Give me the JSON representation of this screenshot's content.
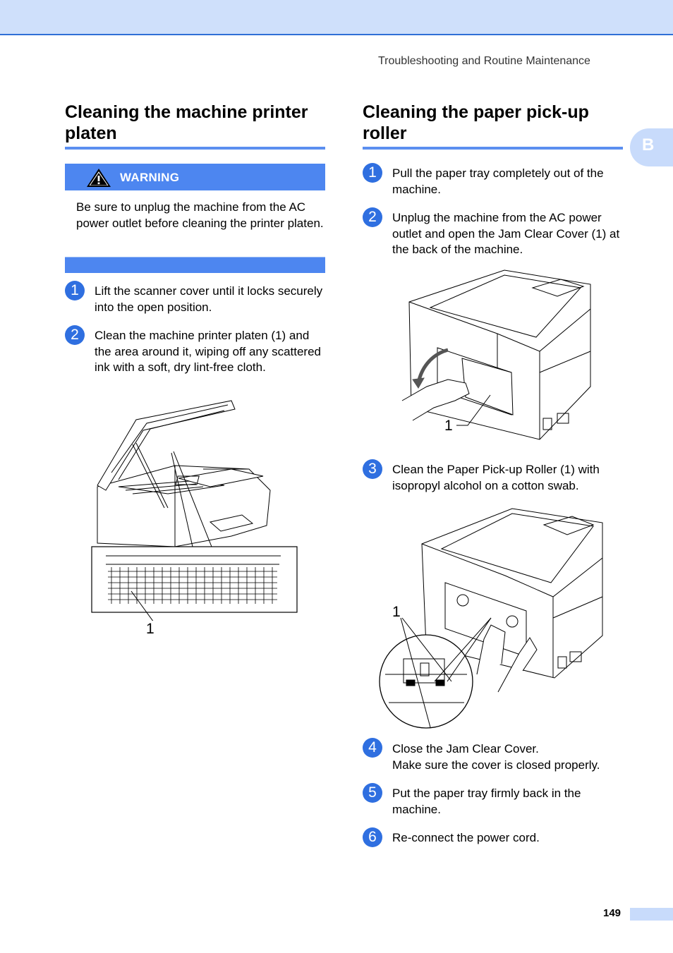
{
  "header": {
    "running_title": "Troubleshooting and Routine Maintenance"
  },
  "side_tab": {
    "letter": "B"
  },
  "left": {
    "title": "Cleaning the machine printer platen",
    "warning": {
      "label": "WARNING",
      "text": "Be sure to unplug the machine from the AC power outlet before cleaning the printer platen."
    },
    "steps": [
      {
        "num": "1",
        "text": "Lift the scanner cover until it locks securely into the open position."
      },
      {
        "num": "2",
        "text": "Clean the machine printer platen (1) and the area around it, wiping off any scattered ink with a soft, dry lint-free cloth."
      }
    ],
    "figure_callout": "1"
  },
  "right": {
    "title": "Cleaning the paper pick-up roller",
    "steps": [
      {
        "num": "1",
        "text": "Pull the paper tray completely out of the machine."
      },
      {
        "num": "2",
        "text": "Unplug the machine from the AC power outlet and open the Jam Clear Cover (1) at the back of the machine."
      },
      {
        "num": "3",
        "text": "Clean the Paper Pick-up Roller (1) with isopropyl alcohol on a cotton swab."
      },
      {
        "num": "4",
        "text": "Close the Jam Clear Cover.",
        "text2": "Make sure the cover is closed properly."
      },
      {
        "num": "5",
        "text": "Put the paper tray firmly back in the machine."
      },
      {
        "num": "6",
        "text": "Re-connect the power cord."
      }
    ],
    "figure1_callout": "1",
    "figure2_callout": "1"
  },
  "footer": {
    "page_number": "149"
  },
  "colors": {
    "accent": "#4d86f0",
    "step_circle": "#2f6fe0",
    "band": "#cfe0fb"
  }
}
